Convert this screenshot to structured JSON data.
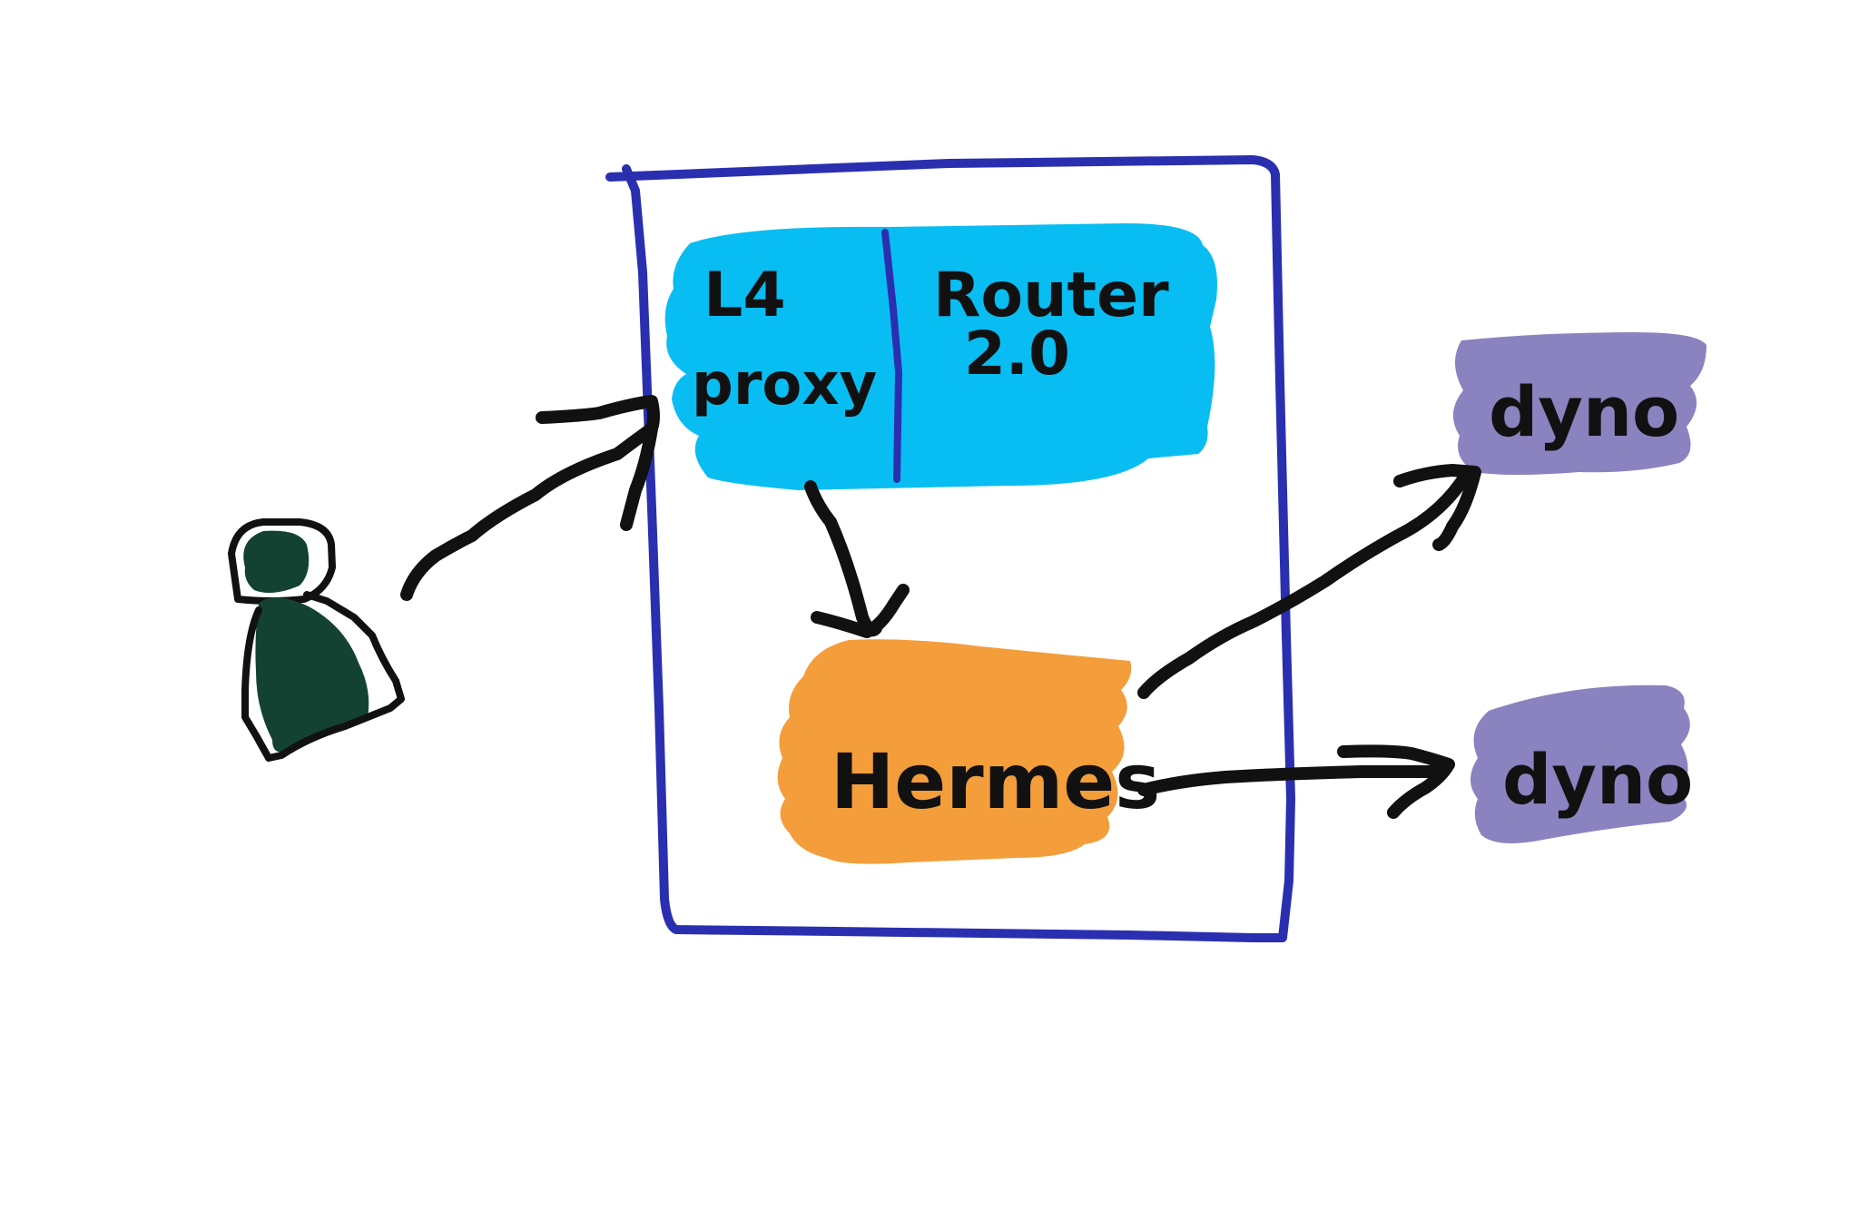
{
  "colors": {
    "background": "#ffffff",
    "frame": "#2a2fb0",
    "router_fill": "#08bdf2",
    "hermes_fill": "#f39d3b",
    "dyno_fill": "#8a83bf",
    "person_fill": "#144232",
    "ink": "#111111"
  },
  "nodes": {
    "l4_label_line1": "L4",
    "l4_label_line2": "proxy",
    "router_label_line1": "Router",
    "router_label_line2": "2.0",
    "hermes_label": "Hermes",
    "dyno_top_label": "dyno",
    "dyno_bottom_label": "dyno"
  },
  "icons": {
    "client": "person-icon"
  }
}
